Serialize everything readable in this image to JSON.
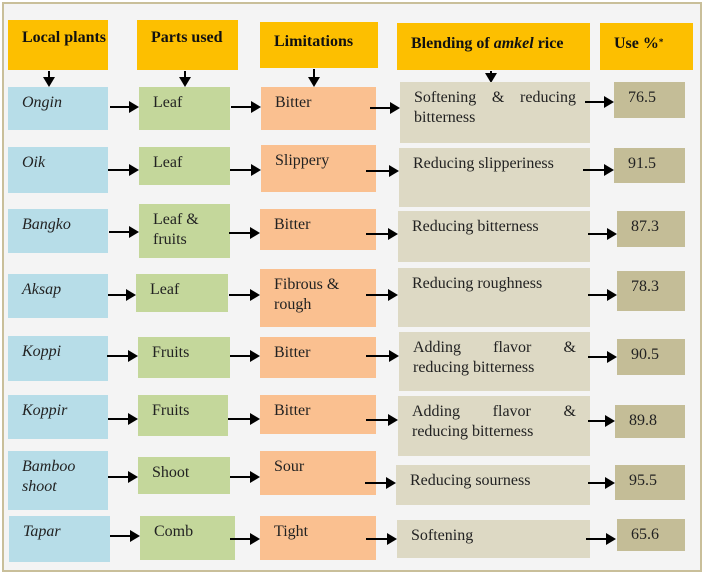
{
  "headers": {
    "local_plants": "Local plants",
    "parts_used": "Parts used",
    "limitations": "Limitations",
    "blending_prefix": "Blending of ",
    "blending_italic": "amkel",
    "blending_suffix": " rice",
    "use_percent": "Use %",
    "use_percent_sup": "*"
  },
  "rows": [
    {
      "plant": "Ongin",
      "part": "Leaf",
      "limitation": "Bitter",
      "blending": "Softening & reducing bitterness",
      "use": "76.5"
    },
    {
      "plant": "Oik",
      "part": "Leaf",
      "limitation": "Slippery",
      "blending": "Reducing slipperiness",
      "use": "91.5"
    },
    {
      "plant": "Bangko",
      "part": "Leaf & fruits",
      "limitation": "Bitter",
      "blending": "Reducing bitterness",
      "use": "87.3"
    },
    {
      "plant": "Aksap",
      "part": "Leaf",
      "limitation": "Fibrous & rough",
      "blending": "Reducing roughness",
      "use": "78.3"
    },
    {
      "plant": "Koppi",
      "part": "Fruits",
      "limitation": "Bitter",
      "blending": "Adding flavor & reducing bitterness",
      "use": "90.5"
    },
    {
      "plant": "Koppir",
      "part": "Fruits",
      "limitation": "Bitter",
      "blending": "Adding flavor & reducing bitterness",
      "use": "89.8"
    },
    {
      "plant": "Bamboo shoot",
      "part": "Shoot",
      "limitation": "Sour",
      "blending": "Reducing sourness",
      "use": "95.5"
    },
    {
      "plant": "Tapar",
      "part": "Comb",
      "limitation": "Tight",
      "blending": "Softening",
      "use": "65.6"
    }
  ],
  "colors": {
    "header": "#fdbf00",
    "plant": "#b7dde8",
    "part": "#c4d79b",
    "limitation": "#fac090",
    "blending": "#ddd9c4",
    "use": "#c4bd97",
    "background": "#f4f4f4",
    "border": "#c9bf9a"
  }
}
